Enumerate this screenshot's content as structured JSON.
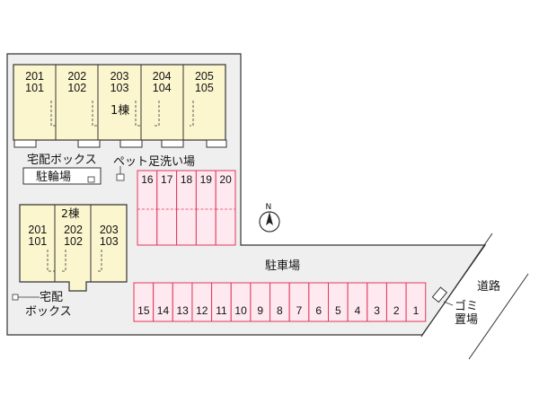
{
  "building1": {
    "label": "1棟",
    "units": [
      {
        "upper": "201",
        "lower": "101"
      },
      {
        "upper": "202",
        "lower": "102"
      },
      {
        "upper": "203",
        "lower": "103"
      },
      {
        "upper": "204",
        "lower": "104"
      },
      {
        "upper": "205",
        "lower": "105"
      }
    ]
  },
  "building2": {
    "label": "2棟",
    "units": [
      {
        "upper": "201",
        "lower": "101"
      },
      {
        "upper": "202",
        "lower": "102"
      },
      {
        "upper": "203",
        "lower": "103"
      }
    ]
  },
  "labels": {
    "delivery_box_1": "宅配ボックス",
    "pet_wash": "ペット足洗い場",
    "bicycle_parking": "駐輪場",
    "delivery_box_2_line1": "宅配",
    "delivery_box_2_line2": "ボックス",
    "parking": "駐車場",
    "road": "道路",
    "garbage_line1": "ゴミ",
    "garbage_line2": "置場",
    "north": "N"
  },
  "parking_upper": [
    "16",
    "17",
    "18",
    "19",
    "20"
  ],
  "parking_lower": [
    "15",
    "14",
    "13",
    "12",
    "11",
    "10",
    "9",
    "8",
    "7",
    "6",
    "5",
    "4",
    "3",
    "2",
    "1"
  ],
  "colors": {
    "lot": "#efefef",
    "building": "#fcf6cf",
    "parking_fill": "#fde9ef",
    "parking_stroke": "#e0385a"
  }
}
